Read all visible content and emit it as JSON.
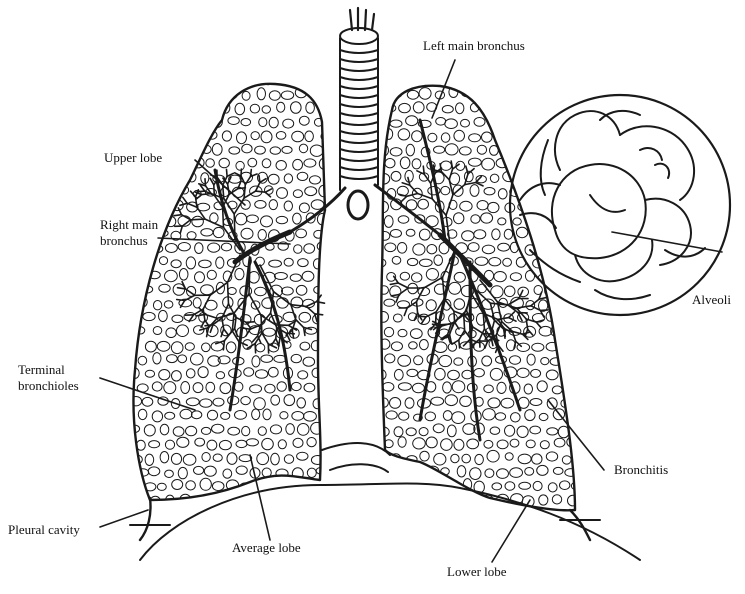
{
  "labels": {
    "left_main_bronchus": "Left main bronchus",
    "upper_lobe": "Upper lobe",
    "right_main_bronchus_line1": "Right main",
    "right_main_bronchus_line2": "bronchus",
    "alveoli": "Alveoli",
    "terminal_bronchioles_line1": "Terminal",
    "terminal_bronchioles_line2": "bronchioles",
    "bronchitis": "Bronchitis",
    "pleural_cavity": "Pleural cavity",
    "average_lobe": "Average lobe",
    "lower_lobe": "Lower lobe"
  },
  "colors": {
    "ink": "#1a1a1a",
    "background": "#ffffff"
  }
}
